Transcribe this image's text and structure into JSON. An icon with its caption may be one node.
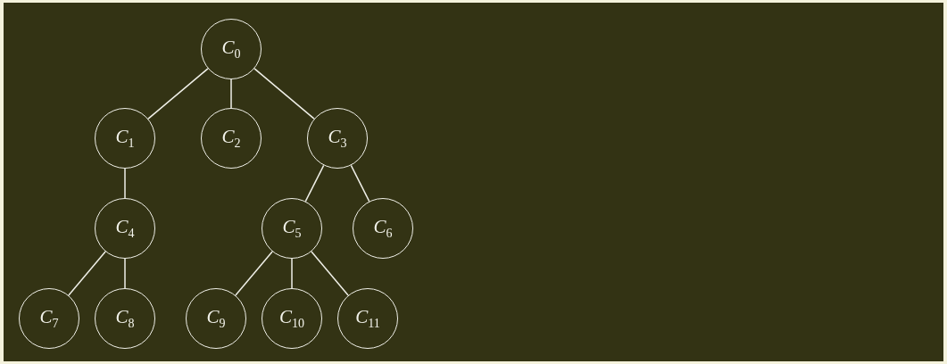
{
  "diagram": {
    "nodes": [
      {
        "text": [
          "*C*$_{0}$"
        ]
      },
      {
        "text": [
          "*C*$_{1}$"
        ]
      },
      {
        "text": [
          "*C*$_{2}$"
        ]
      },
      {
        "text": [
          "*C*$_{3}$"
        ]
      },
      {
        "text": [
          "*C*$_{4}$"
        ]
      },
      {
        "text": [
          "*C*$_{5}$"
        ]
      },
      {
        "text": [
          "*C*$_{6}$"
        ]
      },
      {
        "text": [
          "*C*$_{7}$"
        ]
      },
      {
        "text": [
          "*C*$_{8}$"
        ]
      },
      {
        "text": [
          "*C*$_{9}$"
        ]
      },
      {
        "text": [
          "*C*$_{10}$"
        ]
      },
      {
        "text": [
          "*C*$_{11}$"
        ]
      }
    ],
    "edges": [
      {
        "from": 0,
        "to": 1,
        "arrow": "none"
      },
      {
        "from": 0,
        "to": 2,
        "arrow": "none"
      },
      {
        "from": 0,
        "to": 3,
        "arrow": "none"
      },
      {
        "from": 1,
        "to": 4,
        "arrow": "none"
      },
      {
        "from": 3,
        "to": 5,
        "arrow": "none"
      },
      {
        "from": 3,
        "to": 6,
        "arrow": "none"
      },
      {
        "from": 4,
        "to": 7,
        "arrow": "none"
      },
      {
        "from": 4,
        "to": 8,
        "arrow": "none"
      },
      {
        "from": 5,
        "to": 9,
        "arrow": "none"
      },
      {
        "from": 5,
        "to": 10,
        "arrow": "none"
      },
      {
        "from": 5,
        "to": 11,
        "arrow": "none"
      }
    ]
  }
}
